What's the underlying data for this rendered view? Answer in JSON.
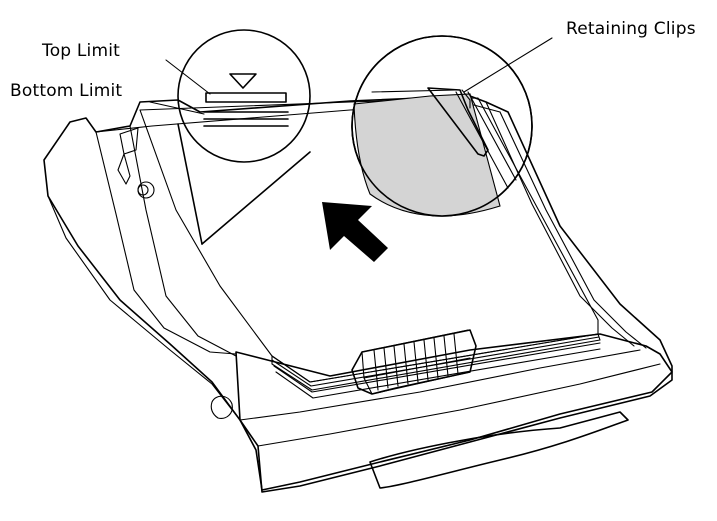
{
  "labels": {
    "top_limit": "Top Limit",
    "bottom_limit": "Bottom Limit",
    "retaining_clips": "Retaining Clips"
  },
  "colors": {
    "line": "#000000",
    "paper_fill": "#d4d4d4",
    "tray_fill": "#ffffff",
    "arrow_fill": "#000000"
  },
  "icons": {
    "direction_arrow": "arrow-up-left-icon",
    "limit_marker": "triangle-down-icon"
  }
}
